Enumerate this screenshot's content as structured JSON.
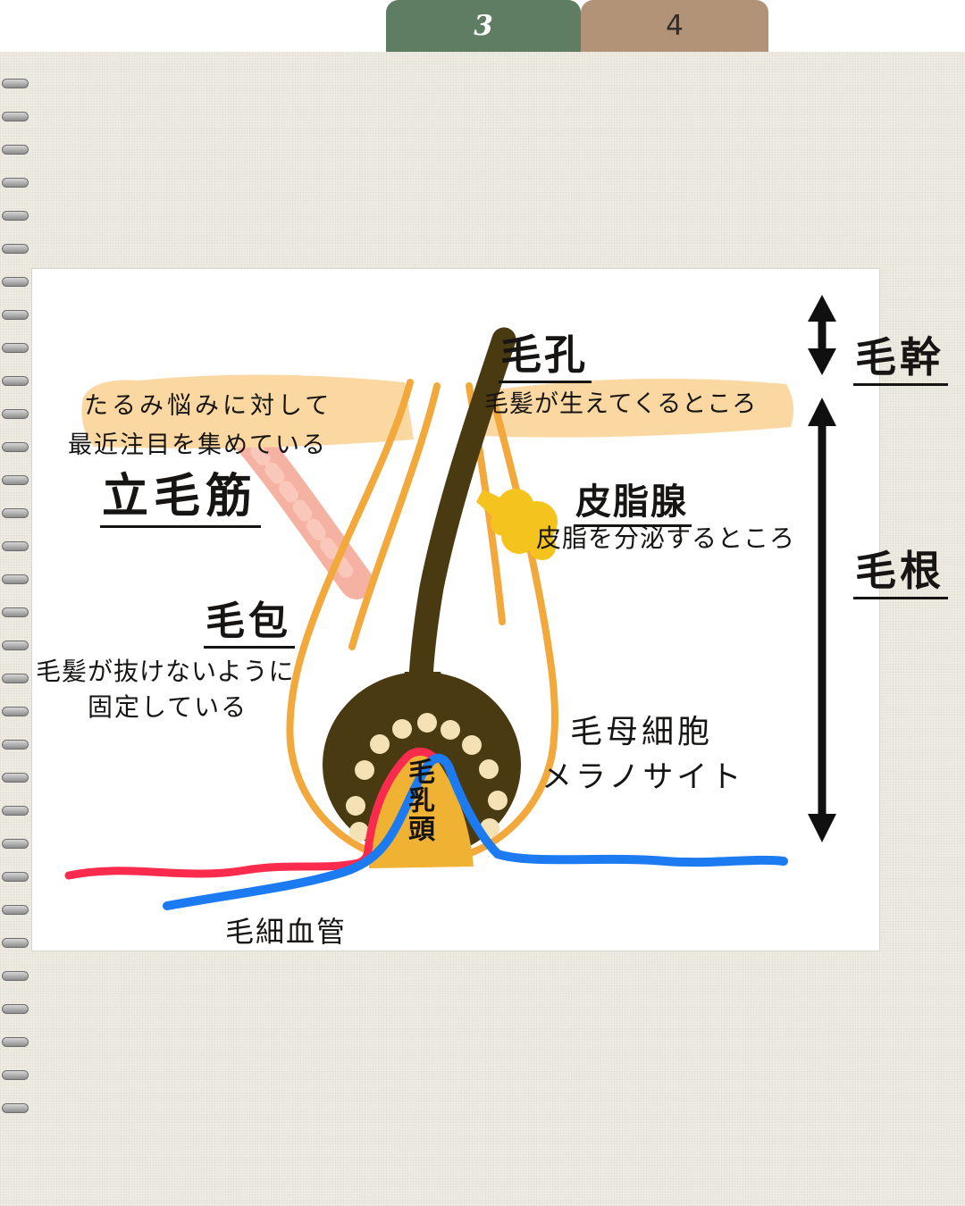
{
  "tabs": {
    "tab3_label": "3",
    "tab4_label": "4"
  },
  "labels": {
    "pore_title": "毛孔",
    "pore_desc": "毛髪が生えてくるところ",
    "arrector_note1": "たるみ悩みに対して",
    "arrector_note2": "最近注目を集めている",
    "arrector_title": "立毛筋",
    "sebaceous_title": "皮脂腺",
    "sebaceous_desc": "皮脂を分泌するところ",
    "follicle_title": "毛包",
    "follicle_desc1": "毛髪が抜けないように",
    "follicle_desc2": "固定している",
    "matrix_cells": "毛母細胞",
    "melanocyte": "メラノサイト",
    "papilla": "毛乳頭",
    "capillary": "毛細血管",
    "hair_shaft": "毛幹",
    "hair_root": "毛根"
  },
  "colors": {
    "tab_green": "#5e7d62",
    "tab_tan": "#b29377",
    "paper": "#eeebe2",
    "skin": "#fbd8a2",
    "follicle_outline": "#f2a83b",
    "hair_brown": "#4a3a12",
    "muscle_pink": "#f5b2a2",
    "sebum_yellow": "#f5c31e",
    "papilla_yellow": "#f0b233",
    "artery_red": "#fb2b4e",
    "vein_blue": "#1d7bf2",
    "matrix_dots": "#f4e2b6",
    "ink": "#171513"
  }
}
